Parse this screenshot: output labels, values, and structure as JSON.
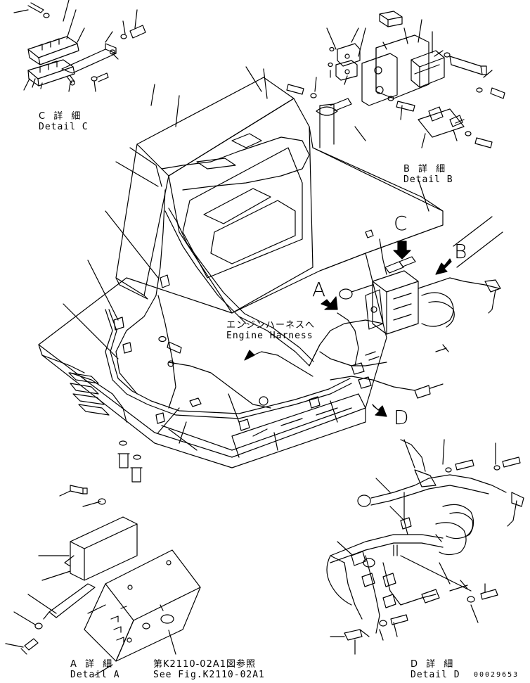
{
  "labels": {
    "detail_c": {
      "jp": "C 詳 細",
      "en": "Detail C"
    },
    "detail_b": {
      "jp": "B 詳 細",
      "en": "Detail B"
    },
    "detail_a": {
      "jp": "A 詳 細",
      "en": "Detail A"
    },
    "detail_d": {
      "jp": "D 詳 細",
      "en": "Detail D"
    },
    "engine_harness": {
      "jp": "エンジンハーネスへ",
      "en": "Engine Harness"
    },
    "see_fig": {
      "jp": "第K2110-02A1図参照",
      "en": "See Fig.K2110-02A1"
    }
  },
  "view_letters": {
    "a": "A",
    "b": "B",
    "c": "C",
    "d": "D"
  },
  "document_number": "00029653"
}
